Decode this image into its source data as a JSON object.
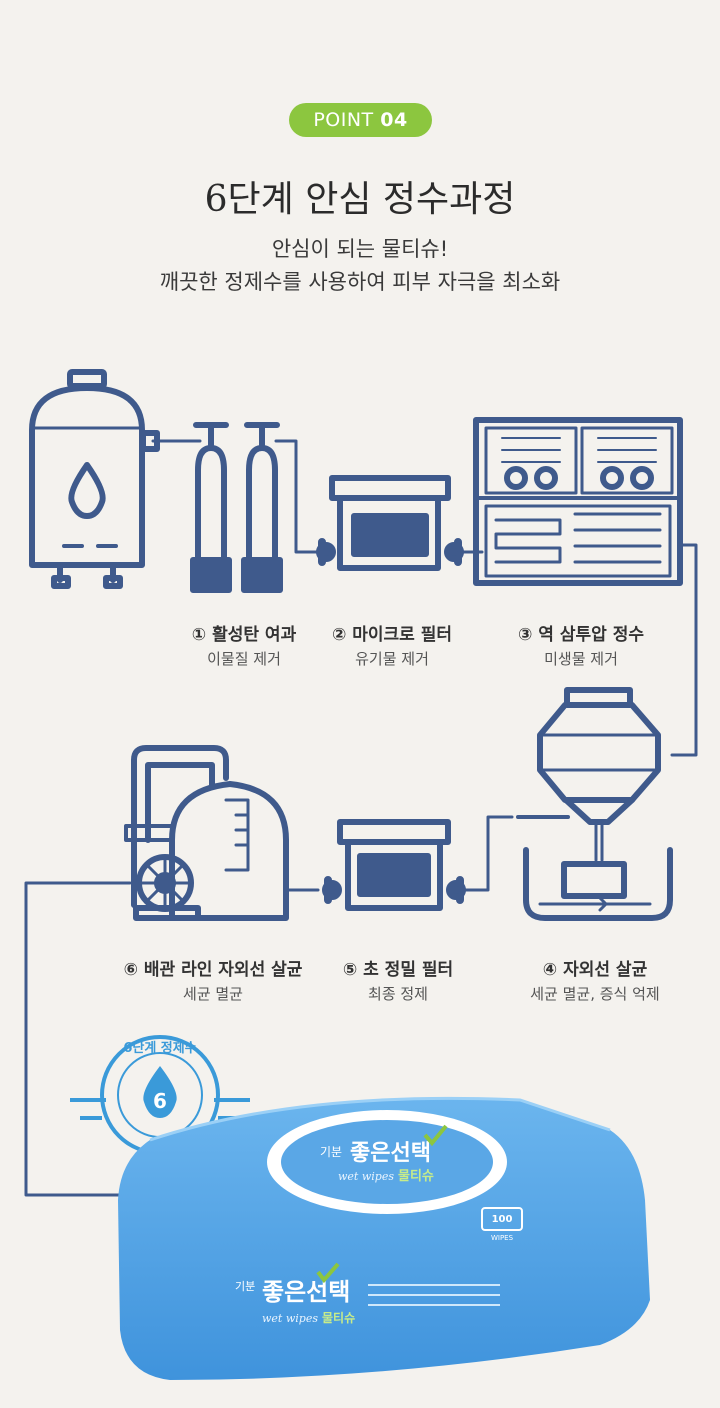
{
  "badge": {
    "prefix": "POINT",
    "number": "04"
  },
  "title": "6단계 안심 정수과정",
  "subtitle": [
    "안심이 되는 물티슈!",
    "깨끗한 정제수를 사용하여 피부 자극을 최소화"
  ],
  "steps": [
    {
      "title": "① 활성탄 여과",
      "desc": "이물질 제거"
    },
    {
      "title": "② 마이크로 필터",
      "desc": "유기물 제거"
    },
    {
      "title": "③ 역 삼투압 정수",
      "desc": "미생물 제거"
    },
    {
      "title": "④ 자외선 살균",
      "desc": "세균 멸균, 증식 억제"
    },
    {
      "title": "⑤ 초 정밀 필터",
      "desc": "최종 정제"
    },
    {
      "title": "⑥ 배관 라인 자외선 살균",
      "desc": "세균 멸균"
    }
  ],
  "stamp": {
    "text": "6단계 정제수",
    "number": "6"
  },
  "product": {
    "brand_small": "기분",
    "brand": "좋은선택",
    "tagline": "wet wipes",
    "kind": "물티슈",
    "count": "100",
    "count_unit": "WIPES"
  },
  "colors": {
    "line": "#3f5a8c",
    "accent": "#8cc63f",
    "pack": "#5aa7e6"
  }
}
